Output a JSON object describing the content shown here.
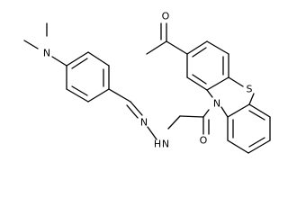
{
  "atoms": {
    "n_dimethylamino": "N",
    "n_imine": "N",
    "n_hydrazine": "N",
    "h_hydrazine": "H",
    "o_amide": "O",
    "o_acetyl": "O",
    "s_ring": "S",
    "n_ring": "N"
  }
}
